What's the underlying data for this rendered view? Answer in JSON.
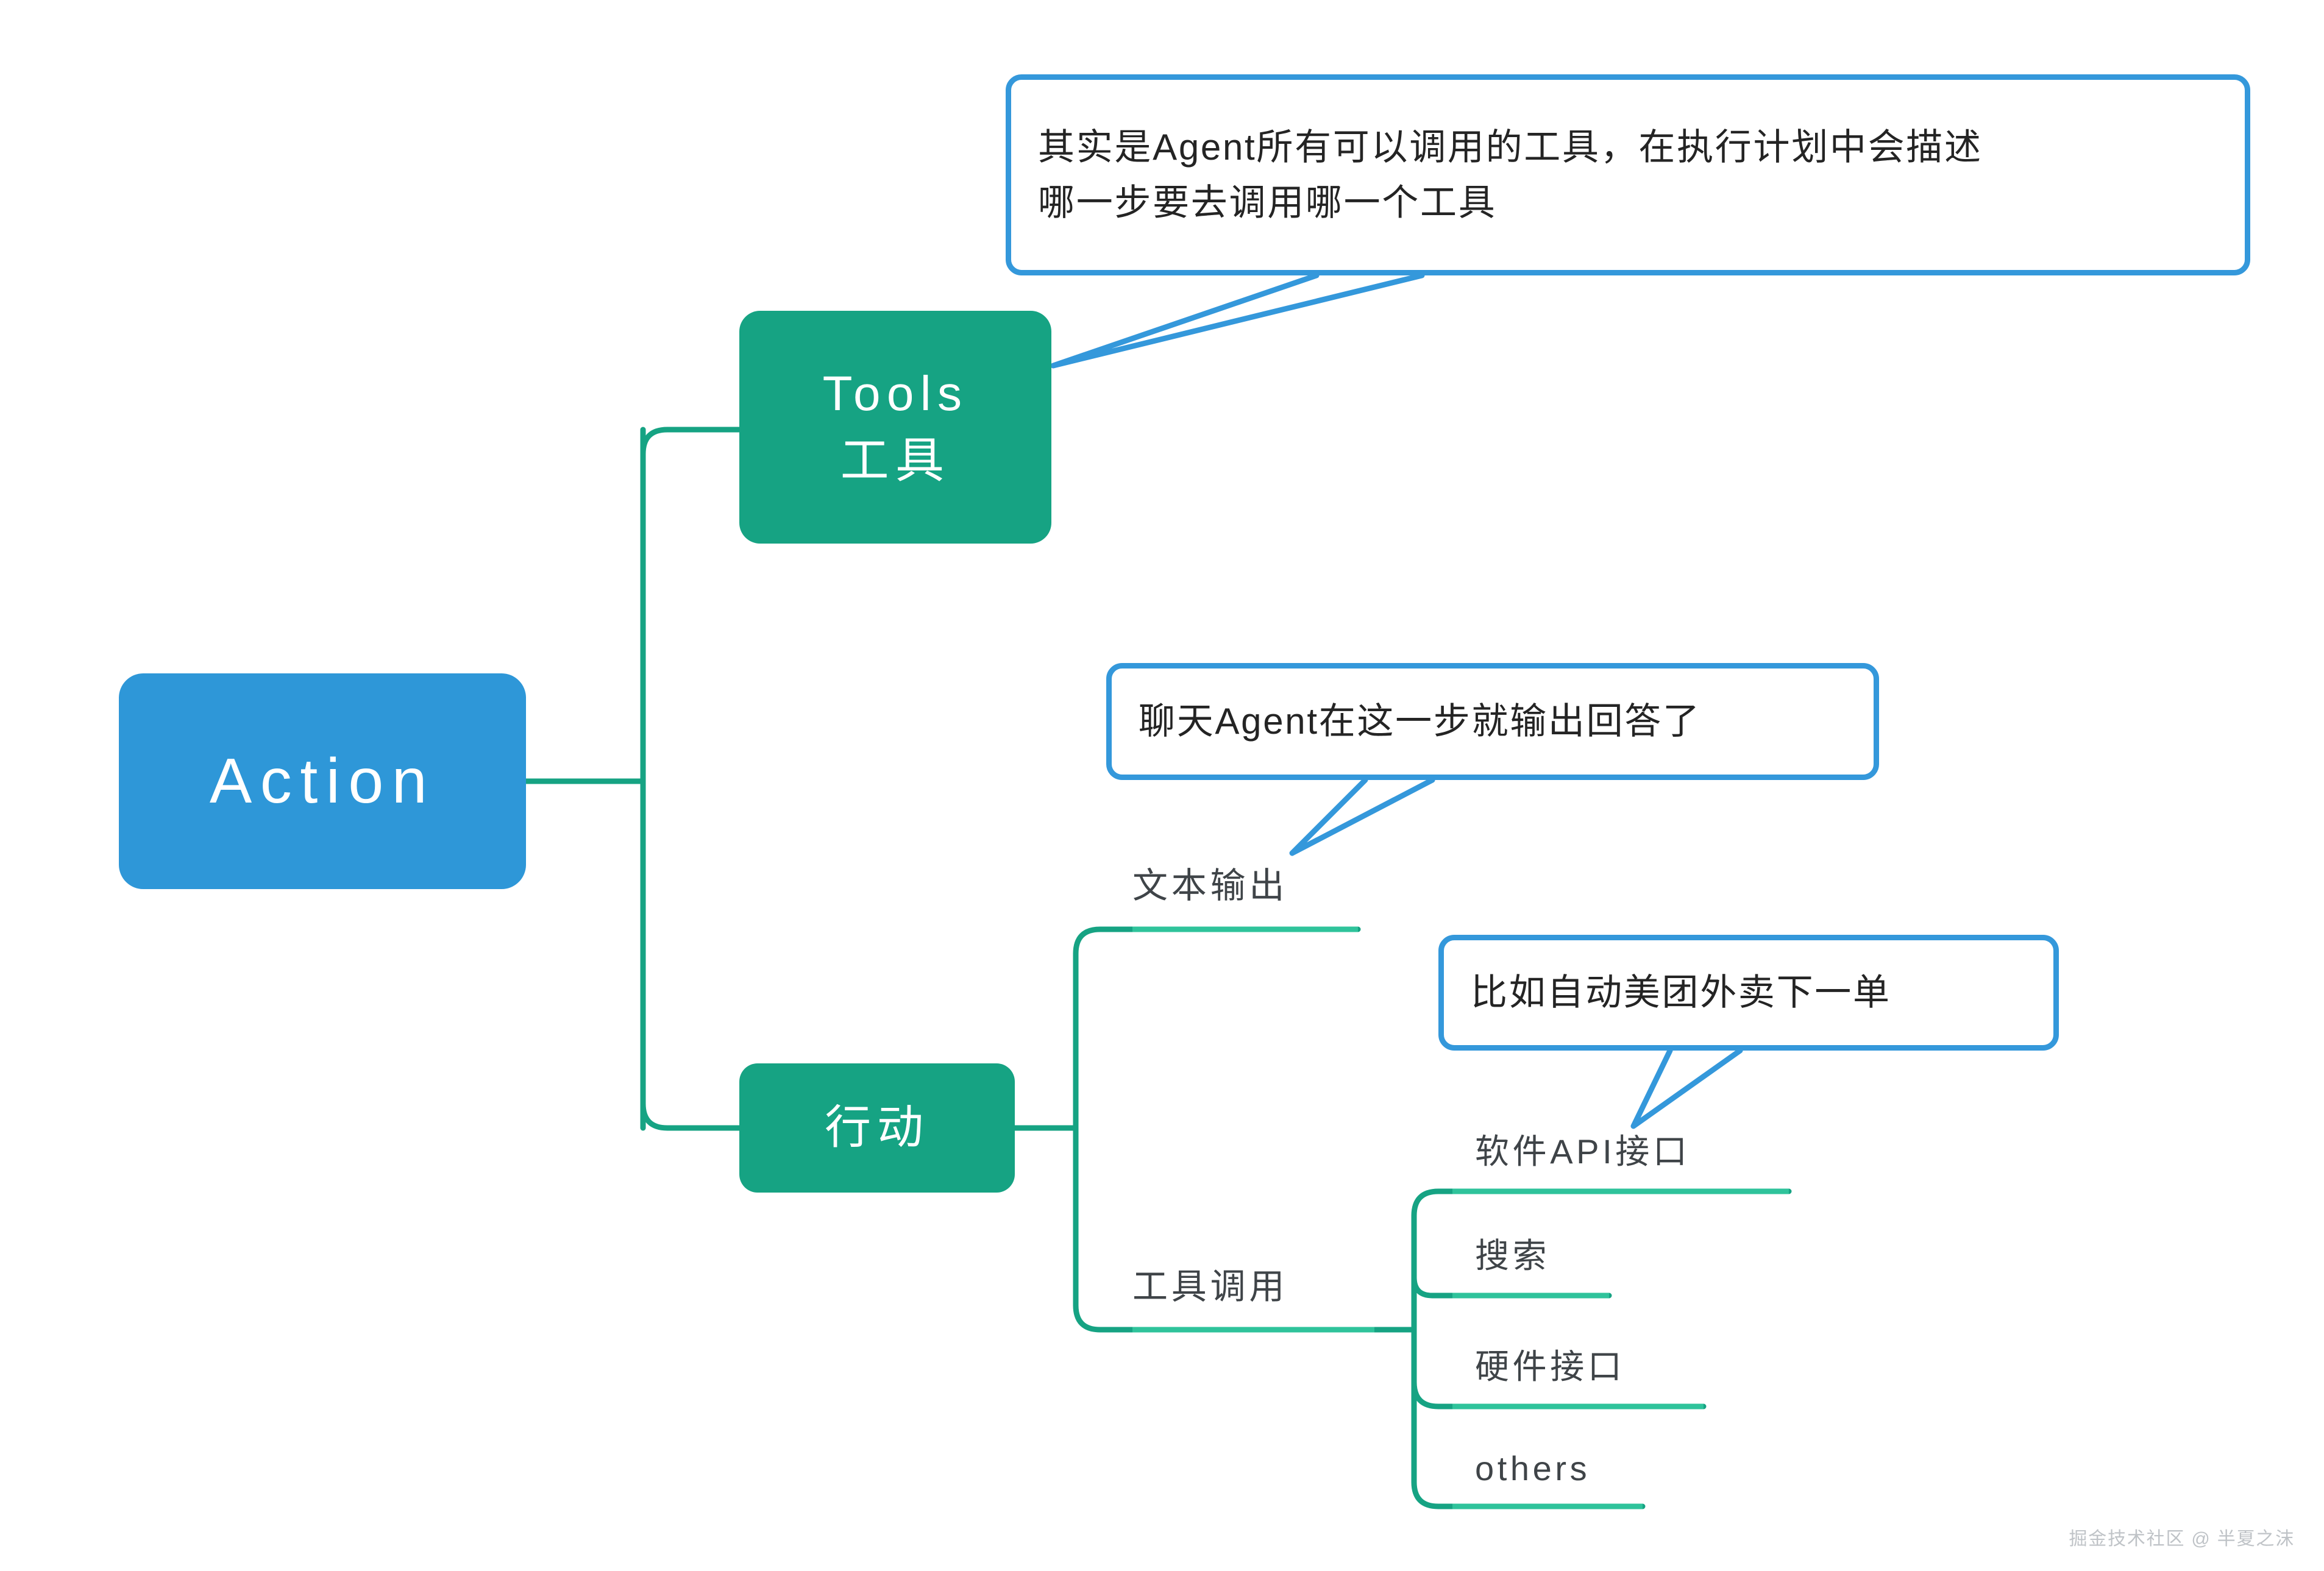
{
  "diagram": {
    "type": "mindmap",
    "title_node": "Action",
    "colors": {
      "root_box": "#2E97D8",
      "branch_box": "#16A383",
      "branch_line": "#16A383",
      "callout_border": "#3498DB",
      "leaf_text": "#3F4448",
      "background": "#FFFFFF",
      "watermark_text": "#BFC3C7"
    }
  },
  "root": {
    "label": "Action"
  },
  "branches": {
    "tools": {
      "line1": "Tools",
      "line2": "工具"
    },
    "action": {
      "label": "行动"
    }
  },
  "leaves": {
    "text_output": "文本输出",
    "tool_call": "工具调用",
    "software_api": "软件API接口",
    "search": "搜索",
    "hardware_api": "硬件接口",
    "others": "others"
  },
  "callouts": {
    "tools_note": "其实是Agent所有可以调用的工具，在执行计划中会描述\n哪一步要去调用哪一个工具",
    "text_output_note": "聊天Agent在这一步就输出回答了",
    "software_api_note": "比如自动美团外卖下一单"
  },
  "watermark": {
    "text": "掘金技术社区 @ 半夏之沫"
  }
}
